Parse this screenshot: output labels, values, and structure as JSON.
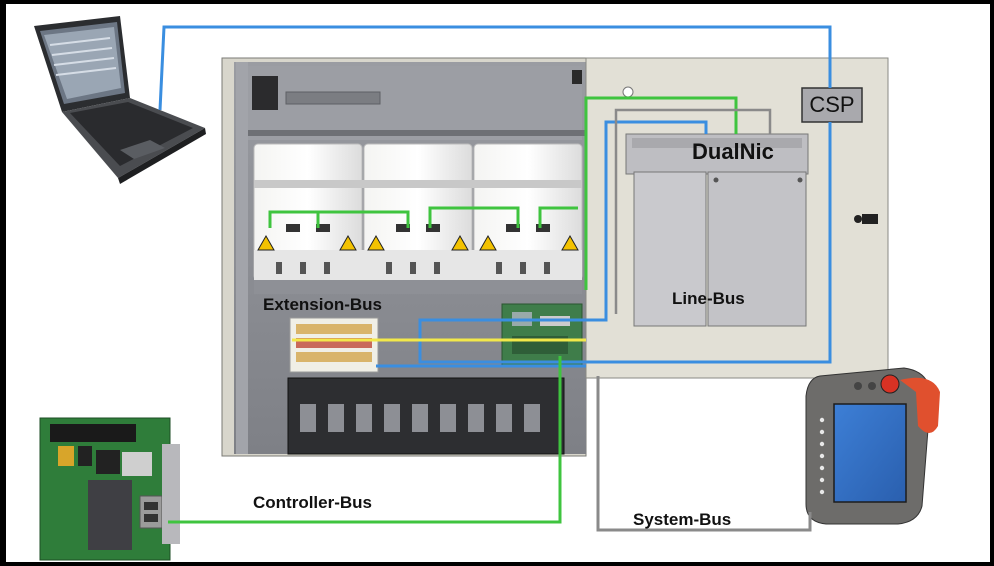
{
  "labels": {
    "csp": "CSP",
    "dualnic": "DualNic",
    "line_bus": "Line-Bus",
    "extension_bus": "Extension-Bus",
    "controller_bus": "Controller-Bus",
    "system_bus": "System-Bus"
  },
  "colors": {
    "ethernet_blue": "#3a8ee0",
    "green_bus": "#3fc43f",
    "yellow_bus": "#f2e84a",
    "gray_bus": "#8a8a8a",
    "cabinet_door": "#e2e0d6",
    "cabinet_body": "#8c8e94"
  }
}
